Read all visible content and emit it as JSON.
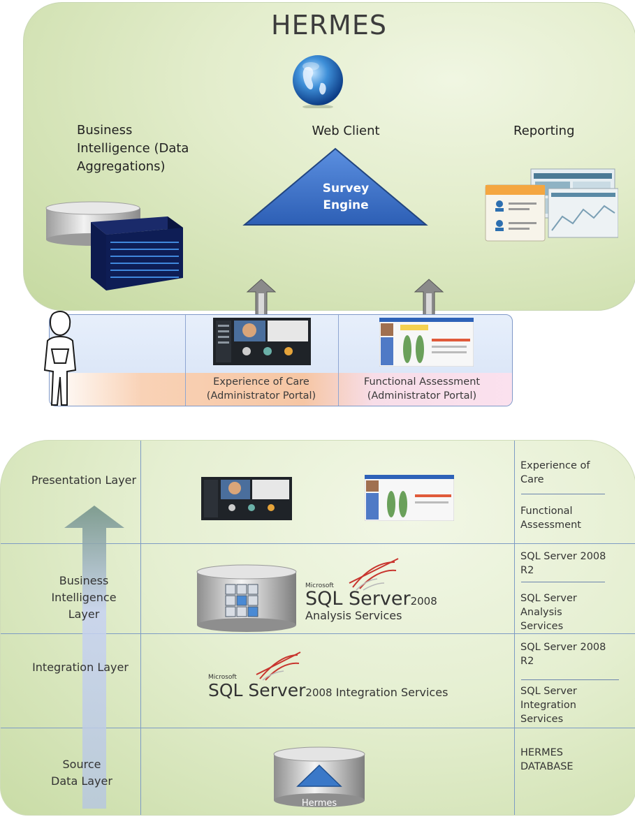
{
  "top": {
    "title": "HERMES",
    "business_intelligence": "Business Intelligence (Data Aggregations)",
    "web_client": "Web Client",
    "reporting": "Reporting",
    "survey_engine_line1": "Survey",
    "survey_engine_line2": "Engine"
  },
  "portals": [
    {
      "line1": "Experience of Care",
      "line2": "(Administrator Portal)"
    },
    {
      "line1": "Functional Assessment",
      "line2": "(Administrator Portal)"
    }
  ],
  "layers": {
    "presentation": "Presentation Layer",
    "business_intelligence": "Business Intelligence Layer",
    "integration": "Integration Layer",
    "source_data": "Source Data Layer"
  },
  "right_column": {
    "experience_of_care": "Experience of Care",
    "functional_assessment": "Functional Assessment",
    "sql_2008_r2_a": "SQL Server 2008 R2",
    "sql_analysis": "SQL Server Analysis Services",
    "sql_2008_r2_b": "SQL Server 2008 R2",
    "sql_integration": "SQL Server Integration Services",
    "hermes_database": "HERMES DATABASE"
  },
  "logos": {
    "microsoft": "Microsoft",
    "sql_server": "SQL Server",
    "year": "2008",
    "analysis_services": "Analysis Services",
    "integration_services": "Integration Services"
  },
  "db_label": "Hermes",
  "colors": {
    "top_panel": "#dce8c4",
    "triangle": "#3b6fc3",
    "band_border": "#7f98c8",
    "grid_lines": "#7d9bc4"
  }
}
